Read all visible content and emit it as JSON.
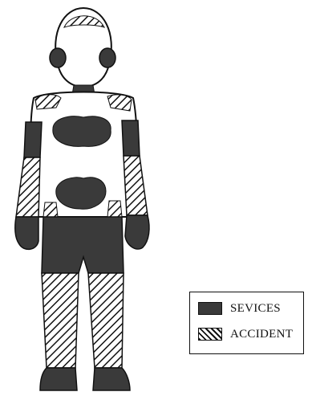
{
  "legend": {
    "items": [
      {
        "label": "SEVICES",
        "pattern": "solid",
        "color": "#3a3a3a"
      },
      {
        "label": "ACCIDENT",
        "pattern": "hatched",
        "color": "#111111"
      }
    ]
  },
  "colors": {
    "outline": "#111111",
    "solid_fill": "#3a3a3a",
    "background": "#ffffff"
  }
}
